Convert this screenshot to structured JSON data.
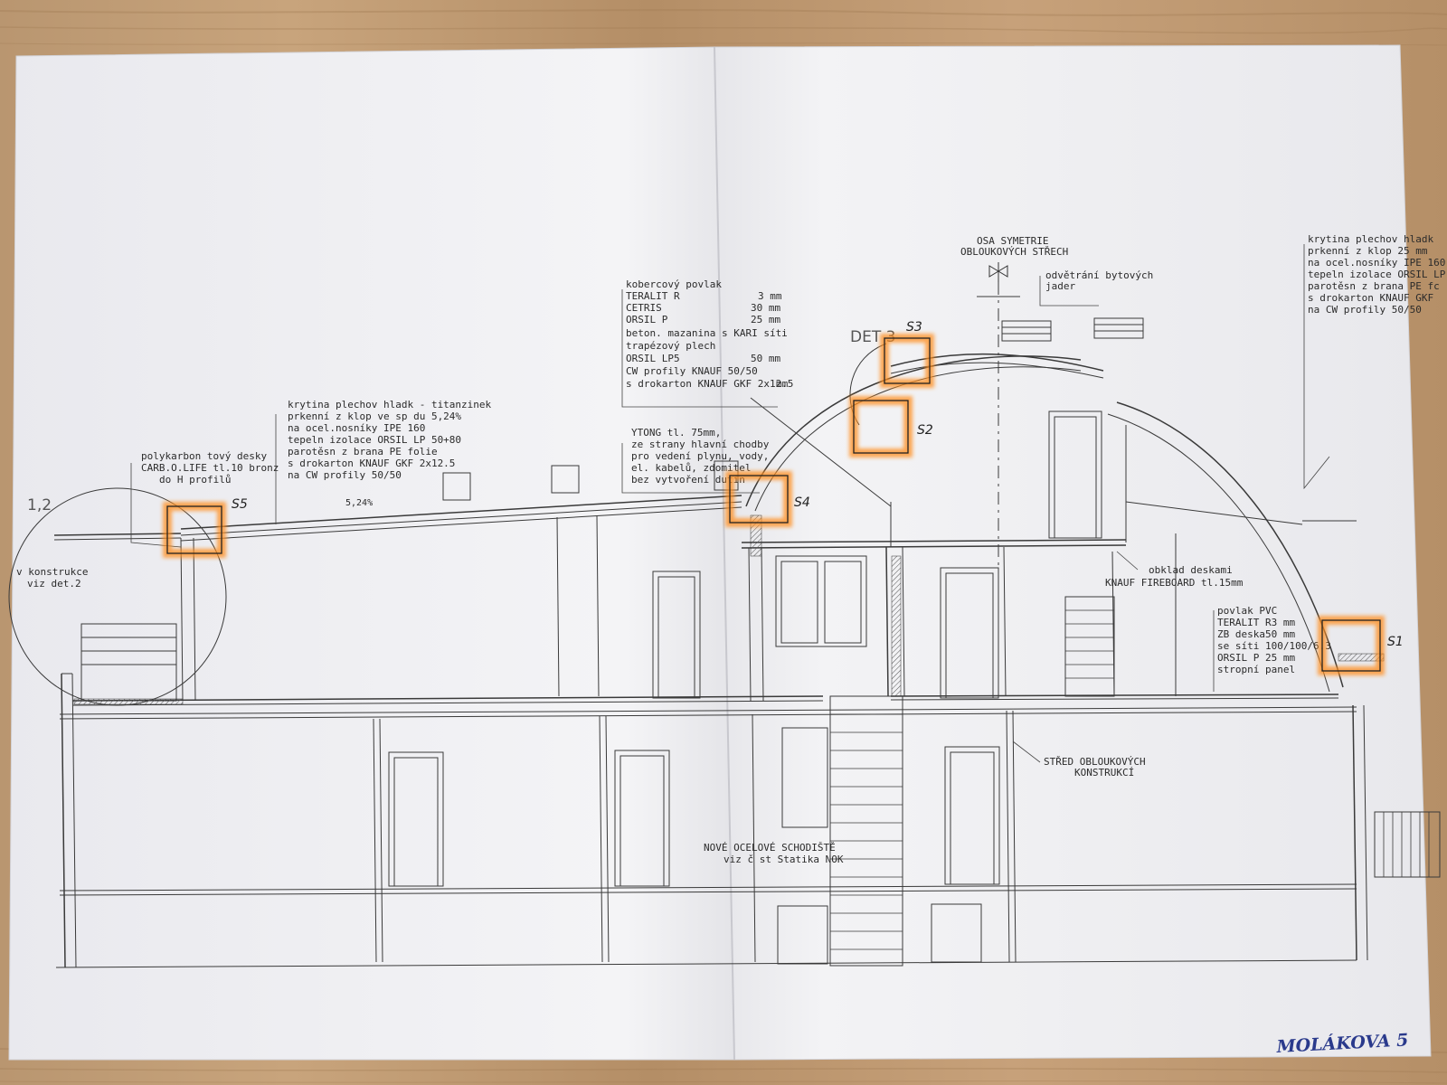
{
  "drawing": {
    "axis_label": [
      "OSA SYMETRIE",
      "OBLOUKOVÝCH STŘECH"
    ],
    "vent_label": [
      "odvětrání bytových",
      "jader"
    ],
    "roof_left": [
      "krytina plechov  hladk  - titanzinek",
      "prkenní z klop ve sp du 5,24%",
      "na ocel.nosníky IPE 160",
      "tepeln  izolace ORSIL LP 50+80",
      "parotěsn  z brana PE folie",
      "s drokarton KNAUF GKF 2x12.5",
      "na CW profily 50/50"
    ],
    "roof_right": [
      "krytina plechov  hladk",
      "prkenní z klop 25 mm",
      "na ocel.nosníky IPE 160",
      "tepeln  izolace ORSIL LP",
      "parotěsn  z brana PE fc",
      "s drokarton KNAUF GKF",
      "na CW profily 50/50"
    ],
    "floor_spec": [
      {
        "name": "kobercový povlak",
        "thk": ""
      },
      {
        "name": "TERALIT R",
        "thk": "3 mm"
      },
      {
        "name": "CETRIS",
        "thk": "30 mm"
      },
      {
        "name": "ORSIL P",
        "thk": "25 mm"
      },
      {
        "name": "beton. mazanina s KARI síti",
        "thk": ""
      },
      {
        "name": "trapézový plech",
        "thk": ""
      },
      {
        "name": "ORSIL LP5",
        "thk": "50 mm"
      },
      {
        "name": "CW profily KNAUF 50/50",
        "thk": ""
      },
      {
        "name": "s drokarton KNAUF GKF 2x12.5",
        "thk": "mm"
      }
    ],
    "polycarbonate": [
      "polykarbon tový desky",
      "CARB.O.LIFE tl.10 bronz",
      "do H profilů"
    ],
    "ytong": [
      "YTONG tl. 75mm,",
      "ze strany hlavní chodby",
      "pro vedení plynu, vody,",
      "el. kabelů, zdomitel",
      "bez vytvoření dutin"
    ],
    "fireboard": [
      "obklad deskami",
      "KNAUF FIREBOARD tl.15mm"
    ],
    "pvc_spec": [
      "povlak PVC",
      "TERALIT R3 mm",
      "ZB deska50 mm",
      "se síti 100/100/6.3",
      "ORSIL P 25 mm",
      "stropní panel"
    ],
    "arch_middle": [
      "STŘED OBLOUKOVÝCH",
      "KONSTRUKCÍ"
    ],
    "stairs_note": [
      "NOVÉ OCELOVÉ SCHODIŠTĚ",
      "viz č st Statika NOK"
    ],
    "konstrukce": [
      "v konstrukce",
      "viz det.2"
    ],
    "detail_left": "1,2",
    "detail_right": "DET 3",
    "slope": "5,24%",
    "markers": {
      "S1": "S1",
      "S2": "S2",
      "S3": "S3",
      "S4": "S4",
      "S5": "S5"
    },
    "signature": "MOLÁKOVA 5"
  },
  "colors": {
    "highlight": "#ff8c1a",
    "ink": "#333333",
    "paper": "#f1f1f3",
    "signature_ink": "#2a3a8c"
  }
}
